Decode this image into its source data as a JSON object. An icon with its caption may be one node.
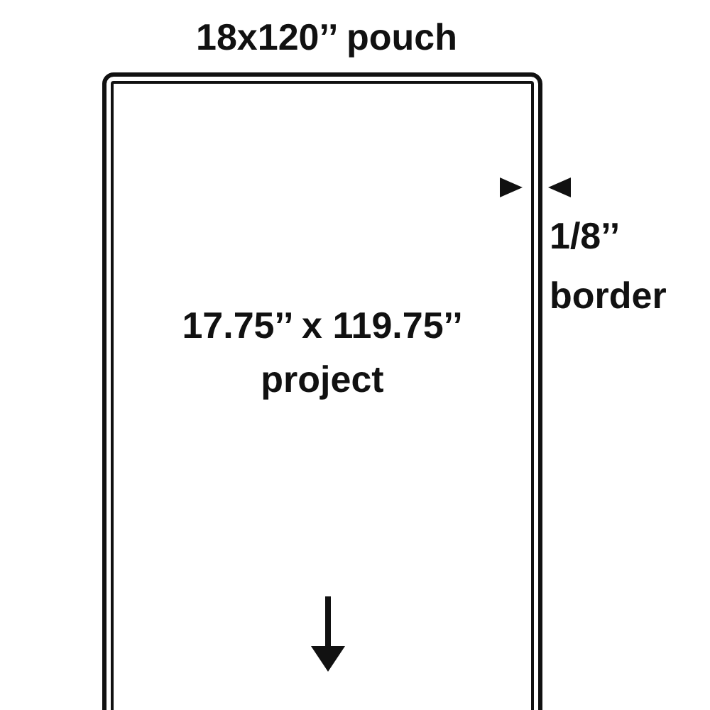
{
  "diagram": {
    "nodes": [
      {
        "text": [
          "18x120’’ pouch"
        ]
      },
      {
        "text": [
          "17.75’’ x 119.75’’ project"
        ],
        "in": 0
      }
    ],
    "labels": [
      "1/8’’ border"
    ]
  }
}
